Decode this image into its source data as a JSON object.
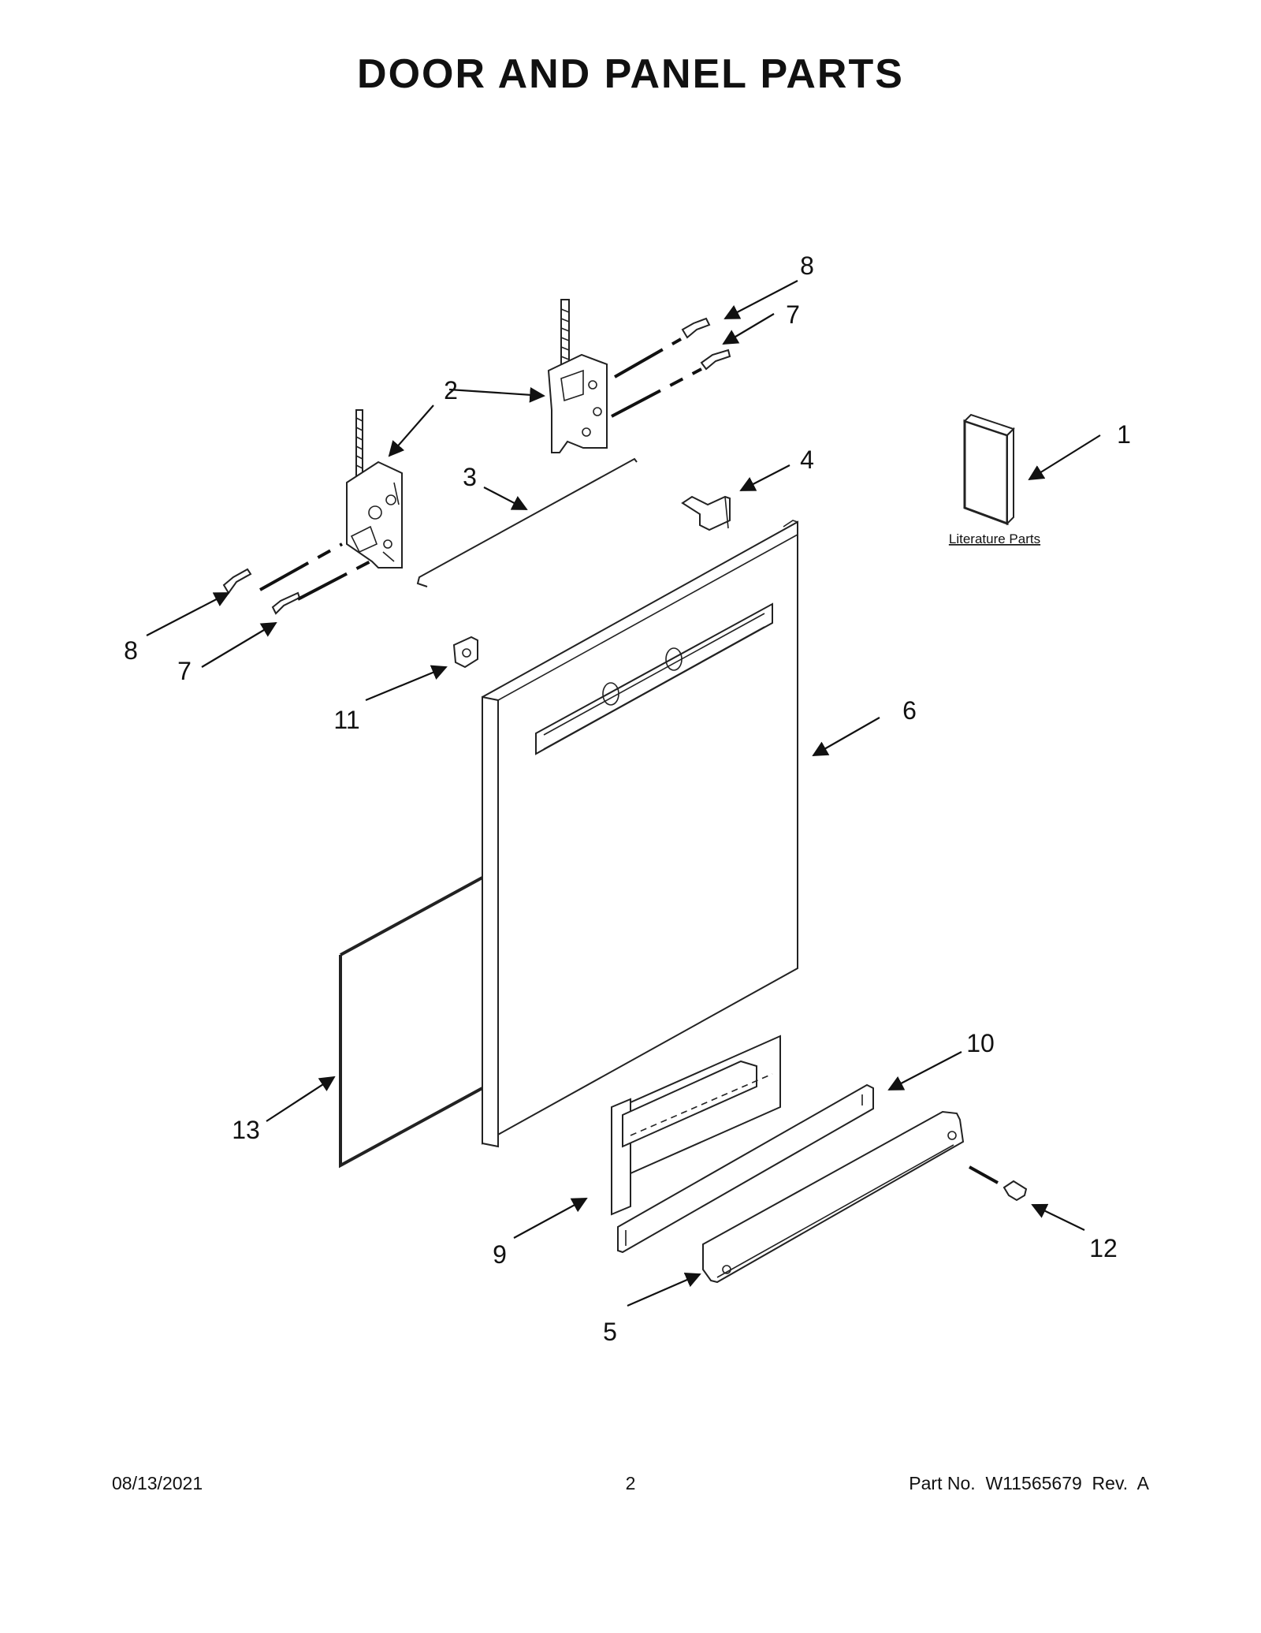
{
  "title": "DOOR AND PANEL PARTS",
  "callouts": {
    "c1": "1",
    "c2": "2",
    "c3": "3",
    "c4": "4",
    "c5": "5",
    "c6": "6",
    "c7a": "7",
    "c7b": "7",
    "c8a": "8",
    "c8b": "8",
    "c9": "9",
    "c10": "10",
    "c11": "11",
    "c12": "12",
    "c13": "13"
  },
  "literature_label": "Literature Parts",
  "footer": {
    "date": "08/13/2021",
    "page": "2",
    "part_info": "Part No.  W11565679  Rev.  A"
  }
}
